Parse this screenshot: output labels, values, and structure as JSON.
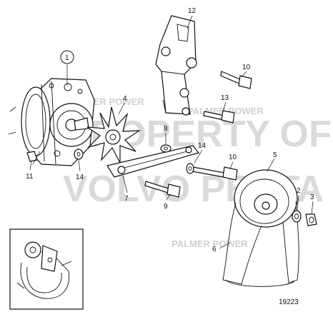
{
  "drawing_number": "19223",
  "callouts": {
    "c1": "1",
    "c2": "2",
    "c3": "3",
    "c4": "4",
    "c5": "5",
    "c6": "6",
    "c7": "7",
    "c8": "8",
    "c9": "9",
    "c10a": "10",
    "c10b": "10",
    "c11": "11",
    "c12": "12",
    "c13": "13",
    "c14a": "14",
    "c14b": "14"
  },
  "watermark": {
    "line1": "PROPERTY OF",
    "line2": "VOLVO PENTA",
    "brand_a": "PALMER POWER",
    "brand_b": "PALMER POWER",
    "brand_c": "PALMER POWER"
  },
  "colors": {
    "line": "#111111",
    "watermark": "#bdbdbd",
    "background": "#ffffff"
  }
}
